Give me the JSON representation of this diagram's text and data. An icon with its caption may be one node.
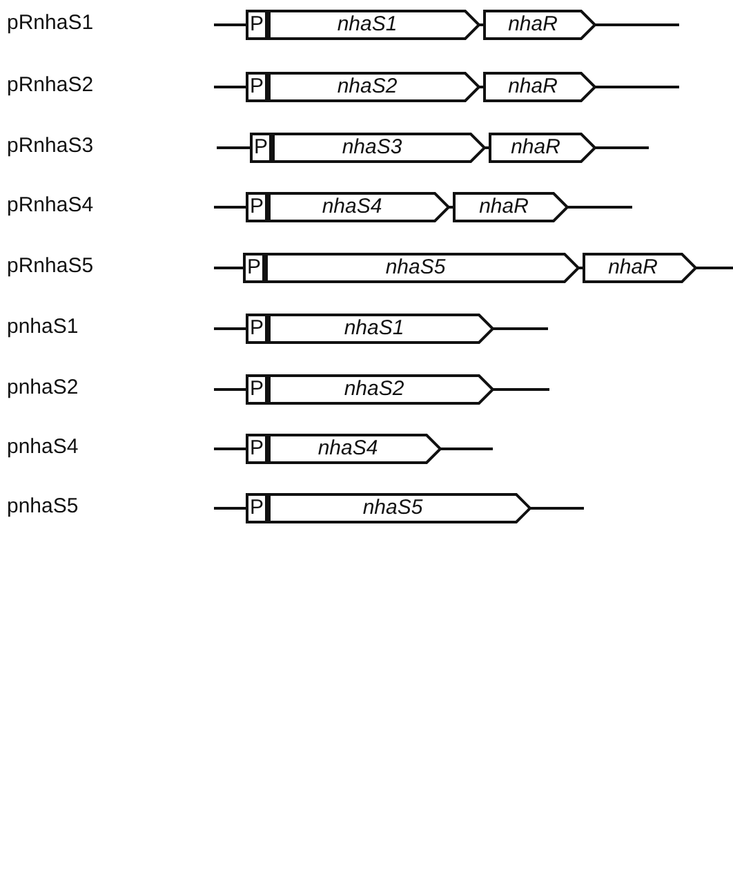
{
  "diagram": {
    "nodes": [
      {
        "text": [
          "P"
        ]
      },
      {
        "text": [
          "nhaS1"
        ]
      },
      {
        "text": [
          "nhaR"
        ]
      },
      {
        "text": [
          "P"
        ]
      },
      {
        "text": [
          "nhaS2"
        ]
      },
      {
        "text": [
          "nhaR"
        ]
      },
      {
        "text": [
          "P"
        ]
      },
      {
        "text": [
          "nhaS3"
        ]
      },
      {
        "text": [
          "nhaR"
        ]
      },
      {
        "text": [
          "P"
        ]
      },
      {
        "text": [
          "nhaS4"
        ]
      },
      {
        "text": [
          "nhaR"
        ]
      },
      {
        "text": [
          "P"
        ]
      },
      {
        "text": [
          "nhaS5"
        ]
      },
      {
        "text": [
          "nhaR"
        ]
      },
      {
        "text": [
          "P"
        ]
      },
      {
        "text": [
          "nhaS1"
        ]
      },
      {
        "text": [
          "P"
        ]
      },
      {
        "text": [
          "nhaS2"
        ]
      },
      {
        "text": [
          "P"
        ]
      },
      {
        "text": [
          "nhaS4"
        ]
      },
      {
        "text": [
          "P"
        ]
      },
      {
        "text": [
          "nhaS5"
        ]
      }
    ],
    "labels": [
      "pRnhaS1",
      "pRnhaS2",
      "pRnhaS3",
      "pRnhaS4",
      "pRnhaS5",
      "pnhaS1",
      "pnhaS2",
      "pnhaS4",
      "pnhaS5"
    ]
  }
}
